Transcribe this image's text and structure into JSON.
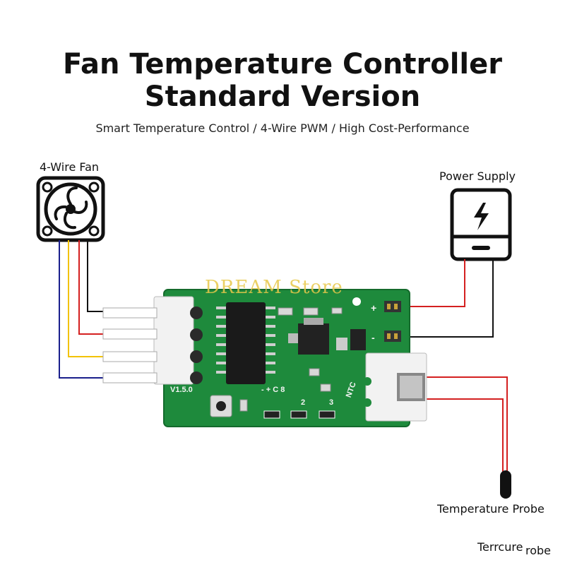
{
  "header": {
    "title_line1": "Fan Temperature Controller",
    "title_line2": "Standard Version",
    "subtitle": "Smart Temperature Control / 4-Wire PWM / High Cost-Performance"
  },
  "labels": {
    "fan": "4-Wire Fan",
    "power": "Power Supply",
    "probe": "Temperature Probe",
    "watermark": "DREAM Store",
    "bottom_artifact_a": "Terrcure",
    "bottom_artifact_b": "robe"
  },
  "pcb": {
    "version": "V1.5.0",
    "ntc": "NTC",
    "plus": "+",
    "minus": "-",
    "marks": [
      "- + C 8",
      "2",
      "3"
    ]
  },
  "colors": {
    "pcb": "#1e8a3c",
    "wire_black": "#111111",
    "wire_red": "#d42020",
    "wire_yellow": "#f2c200",
    "wire_blue": "#1a1f8c"
  }
}
